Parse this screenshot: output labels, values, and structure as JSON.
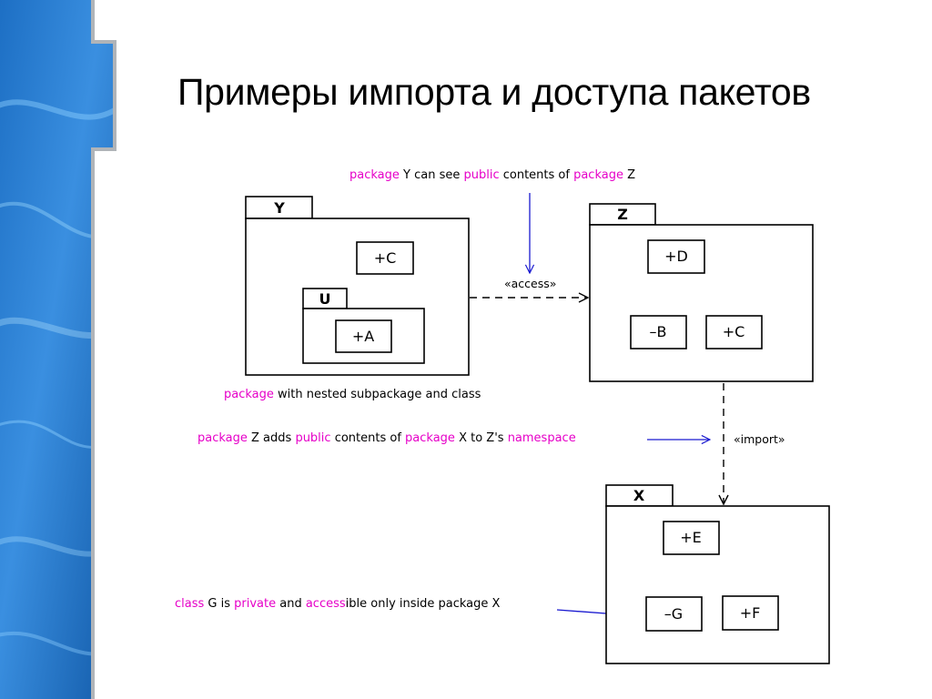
{
  "colors": {
    "accent": "#e600c8",
    "text": "#000000",
    "pointer": "#1a1ad0"
  },
  "title": "Примеры импорта и доступа пакетов",
  "packages": {
    "y": {
      "name": "Y"
    },
    "u": {
      "name": "U"
    },
    "z": {
      "name": "Z"
    },
    "x": {
      "name": "X"
    }
  },
  "classes": {
    "y_c": "+C",
    "u_a": "+A",
    "z_d": "+D",
    "z_b": "–B",
    "z_c": "+C",
    "x_e": "+E",
    "x_g": "–G",
    "x_f": "+F"
  },
  "stereotypes": {
    "access": "«access»",
    "import": "«import»"
  },
  "notes": {
    "access_note": [
      {
        "t": "package",
        "hl": true
      },
      {
        "t": " Y can see ",
        "hl": false
      },
      {
        "t": "public",
        "hl": true
      },
      {
        "t": " contents of ",
        "hl": false
      },
      {
        "t": "package",
        "hl": true
      },
      {
        "t": " Z",
        "hl": false
      }
    ],
    "nested_note": [
      {
        "t": "package",
        "hl": true
      },
      {
        "t": " with nested subpackage and class",
        "hl": false
      }
    ],
    "import_note": [
      {
        "t": "package",
        "hl": true
      },
      {
        "t": " Z adds ",
        "hl": false
      },
      {
        "t": "public",
        "hl": true
      },
      {
        "t": " contents of ",
        "hl": false
      },
      {
        "t": "package",
        "hl": true
      },
      {
        "t": " X to Z's ",
        "hl": false
      },
      {
        "t": "namespace",
        "hl": true
      }
    ],
    "private_note": [
      {
        "t": "class",
        "hl": true
      },
      {
        "t": " G is ",
        "hl": false
      },
      {
        "t": "private",
        "hl": true
      },
      {
        "t": " and ",
        "hl": false
      },
      {
        "t": "access",
        "hl": true
      },
      {
        "t": "ible only inside package X",
        "hl": false
      }
    ]
  }
}
